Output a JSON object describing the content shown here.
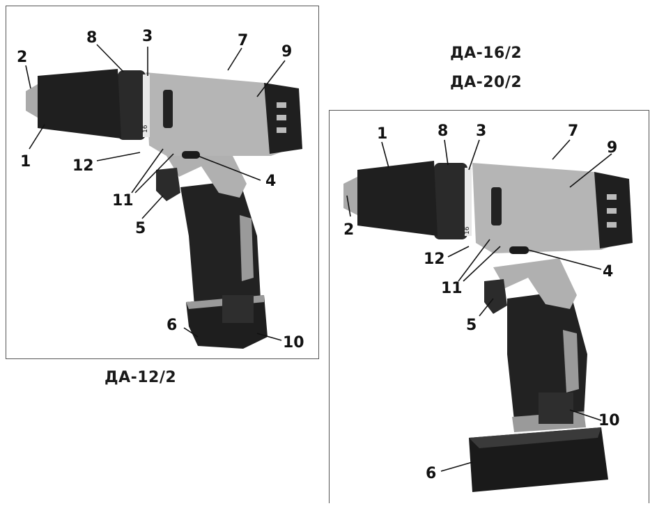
{
  "models": {
    "left_caption": "ДА-12/2",
    "right_caption_1": "ДА-16/2",
    "right_caption_2": "ДА-20/2"
  },
  "collar_marks": [
    "16",
    "16"
  ],
  "left_labels": [
    "1",
    "2",
    "3",
    "4",
    "5",
    "6",
    "7",
    "8",
    "9",
    "10",
    "11",
    "12"
  ],
  "right_labels": [
    "1",
    "2",
    "3",
    "4",
    "5",
    "6",
    "7",
    "8",
    "9",
    "10",
    "11",
    "12"
  ],
  "colors": {
    "body_grey": "#b5b5b5",
    "body_dark": "#1f1f1f",
    "rubber": "#2a2a2a",
    "accent": "#8c8c8c"
  }
}
